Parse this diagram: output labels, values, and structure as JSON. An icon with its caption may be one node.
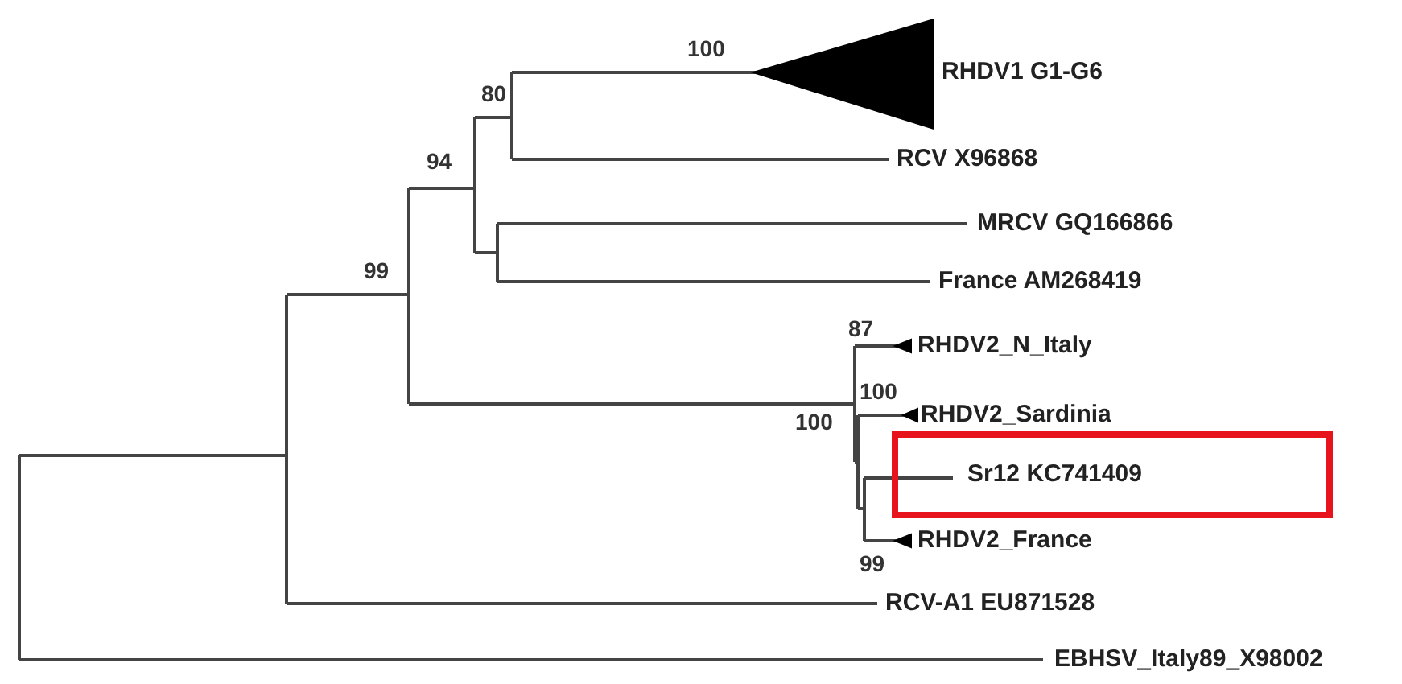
{
  "diagram": {
    "nodes": [
      {
        "text": [
          "Sr12 KC741409"
        ]
      }
    ],
    "labels": [
      "100",
      "RHDV1 G1-G6",
      "80",
      "RCV X96868",
      "94",
      "MRCV GQ166866",
      "99",
      "France AM268419",
      "87",
      "RHDV2_N_Italy",
      "100",
      "RHDV2_Sardinia",
      "100",
      "RHDV2_France",
      "99",
      "RCV-A1 EU871528",
      "EBHSV_Italy89_X98002"
    ]
  }
}
